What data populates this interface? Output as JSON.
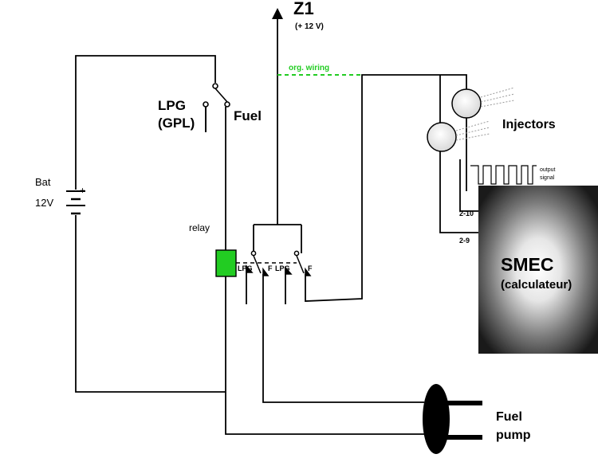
{
  "labels": {
    "z1": "Z1",
    "z1_voltage": "(+ 12 V)",
    "org_wiring": "org. wiring",
    "lpg": "LPG",
    "gpl": "(GPL)",
    "fuel": "Fuel",
    "bat": "Bat",
    "bat_voltage": "12V",
    "bat_plus": "+",
    "relay": "relay",
    "injectors": "Injectors",
    "output_signal_1": "output",
    "output_signal_2": "signal",
    "pin_2_10": "2-10",
    "pin_2_9": "2-9",
    "smec": "SMEC",
    "calculateur": "(calculateur)",
    "relay_lpg_1": "LPG",
    "relay_f_1": "F",
    "relay_lpg_2": "LPG",
    "relay_f_2": "F",
    "fuel_pump_1": "Fuel",
    "fuel_pump_2": "pump"
  },
  "colors": {
    "wire": "#000000",
    "org_wiring": "#22cc22",
    "relay": "#22cc22",
    "smec_center": "#ffffff",
    "smec_edge": "#1a1a1a"
  }
}
